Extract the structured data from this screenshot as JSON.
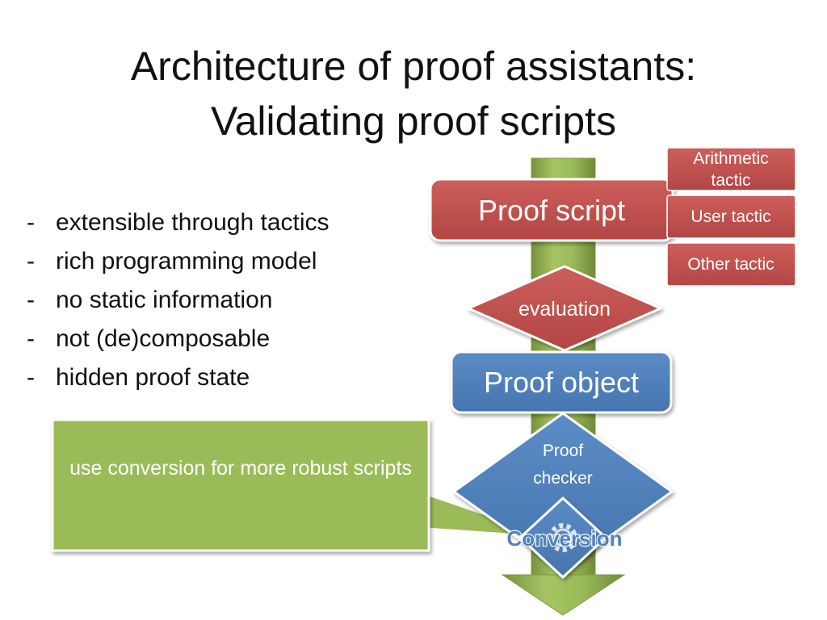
{
  "slide": {
    "title_line1": "Architecture of proof assistants:",
    "title_line2": "Validating proof scripts",
    "bullets": [
      "extensible through tactics",
      "rich programming model",
      "no static information",
      "not (de)composable",
      "hidden proof state"
    ],
    "bullet_marker": "-"
  },
  "diagram": {
    "proof_script": "Proof script",
    "tactics": [
      {
        "line1": "Arithmetic",
        "line2": "tactic"
      },
      {
        "line1": "User tactic",
        "line2": ""
      },
      {
        "line1": "Other tactic",
        "line2": ""
      }
    ],
    "evaluation": "evaluation",
    "proof_object": "Proof object",
    "proof_checker_line1": "Proof",
    "proof_checker_line2": "checker",
    "conversion": "Conversion"
  },
  "callout": {
    "text": "use conversion for more robust scripts"
  },
  "colors": {
    "red_box": "#c0504d",
    "blue_box": "#4f81bd",
    "green_arrow": "#9bbb59",
    "green_callout": "#9bbb59",
    "gear": "#dde4ee"
  }
}
